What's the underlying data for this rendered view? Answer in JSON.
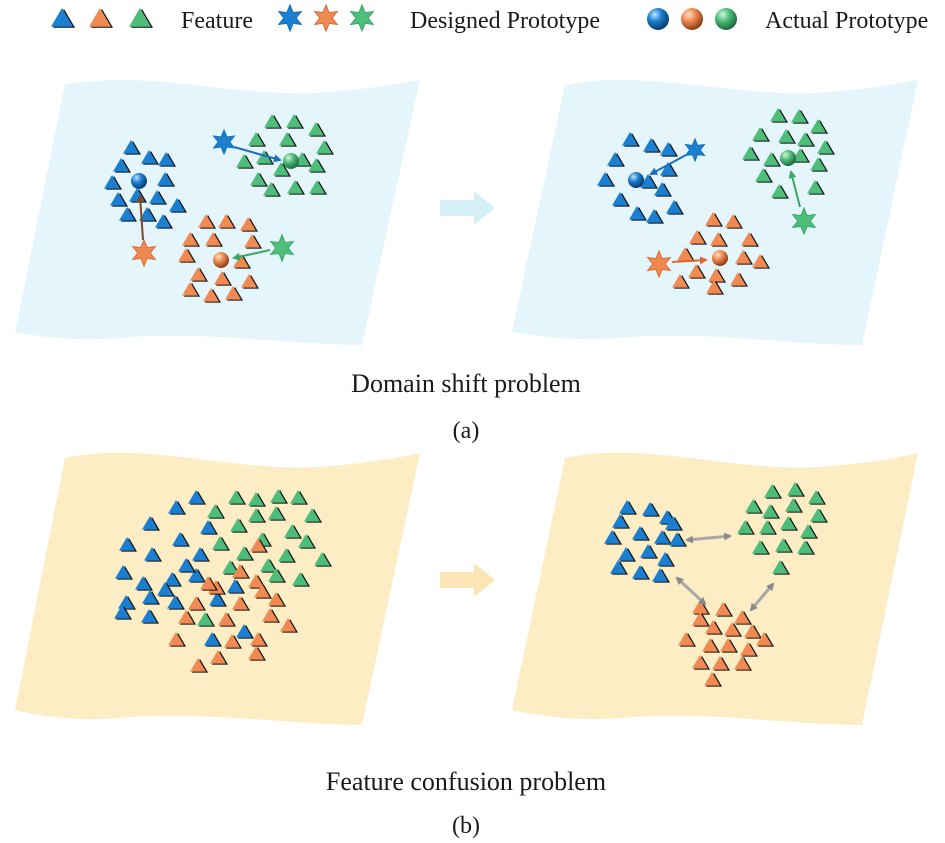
{
  "legend": {
    "feature_label": "Feature",
    "designed_label": "Designed Prototype",
    "actual_label": "Actual Prototype"
  },
  "colors": {
    "blue": "#1a7fd1",
    "orange": "#f08a52",
    "green": "#4ebd7a",
    "panel_a": "#e4f5fb",
    "panel_b": "#fdedc4",
    "arrow_a": "#d6f0f8",
    "arrow_b": "#fbe5b5",
    "pair_arrow": "#a8a8a8"
  },
  "icons": {
    "feature": "triangle-icon",
    "designed_prototype": "star-icon",
    "actual_prototype": "sphere-icon",
    "transition": "right-arrow-icon"
  },
  "section_a": {
    "caption": "Domain shift problem",
    "label": "(a)"
  },
  "section_b": {
    "caption": "Feature confusion problem",
    "label": "(b)"
  }
}
